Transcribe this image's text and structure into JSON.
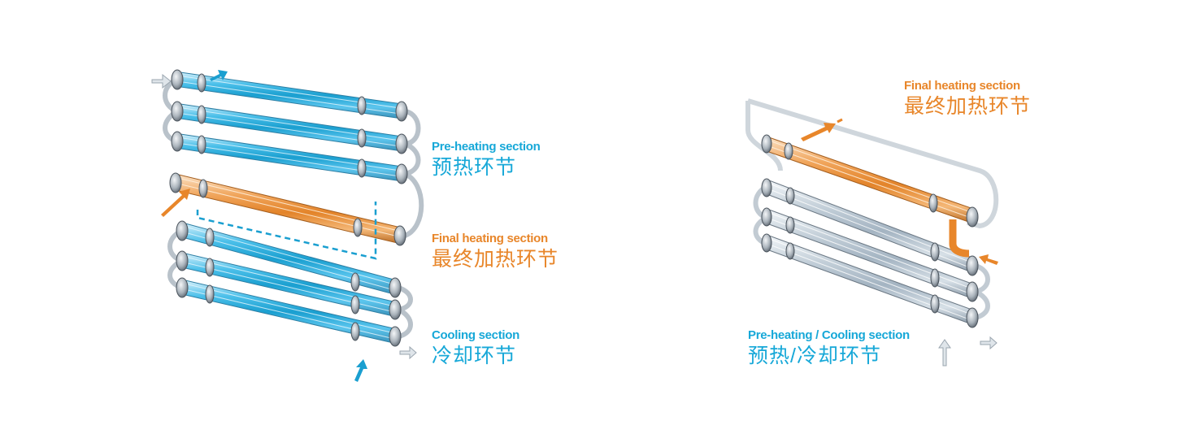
{
  "colors": {
    "preheat_blue": "#17a8d8",
    "heating_orange": "#e8862a",
    "regen_grey": "#b9c6d0"
  },
  "left_diagram": {
    "preheating": {
      "en": "Pre-heating section",
      "zh": "预热环节"
    },
    "final_heating": {
      "en": "Final heating section",
      "zh": "最终加热环节"
    },
    "cooling": {
      "en": "Cooling section",
      "zh": "冷却环节"
    }
  },
  "right_diagram": {
    "final_heating": {
      "en": "Final heating section",
      "zh": "最终加热环节"
    },
    "preheat_cooling": {
      "en": "Pre-heating / Cooling section",
      "zh": "预热/冷却环节"
    }
  }
}
